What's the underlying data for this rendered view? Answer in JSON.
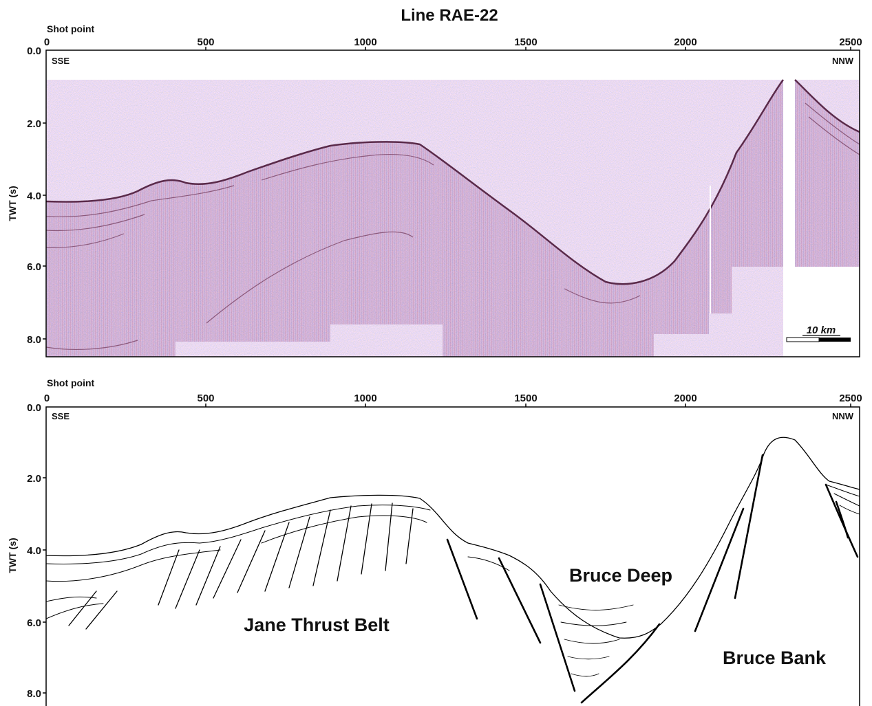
{
  "title": "Line RAE-22",
  "colors": {
    "seismic_base": "#c9a6c4",
    "seismic_red": "#b3415f",
    "seismic_blue": "#6a77b8",
    "line": "#000000"
  },
  "panels": [
    {
      "id": "seismic",
      "x_axis_label": "Shot point",
      "y_axis_label": "TWT (s)",
      "x_ticks": [
        "0",
        "500",
        "1000",
        "1500",
        "2000",
        "2500"
      ],
      "y_ticks": [
        "0.0",
        "2.0",
        "4.0",
        "6.0",
        "8.0"
      ],
      "left_orientation": "SSE",
      "right_orientation": "NNW",
      "scale_bar_label": "10 km"
    },
    {
      "id": "interpretation",
      "x_axis_label": "Shot point",
      "y_axis_label": "TWT (s)",
      "x_ticks": [
        "0",
        "500",
        "1000",
        "1500",
        "2000",
        "2500"
      ],
      "y_ticks": [
        "0.0",
        "2.0",
        "4.0",
        "6.0",
        "8.0"
      ],
      "left_orientation": "SSE",
      "right_orientation": "NNW",
      "feature_labels": [
        "Jane Thrust Belt",
        "Bruce Deep",
        "Bruce Bank"
      ]
    }
  ]
}
